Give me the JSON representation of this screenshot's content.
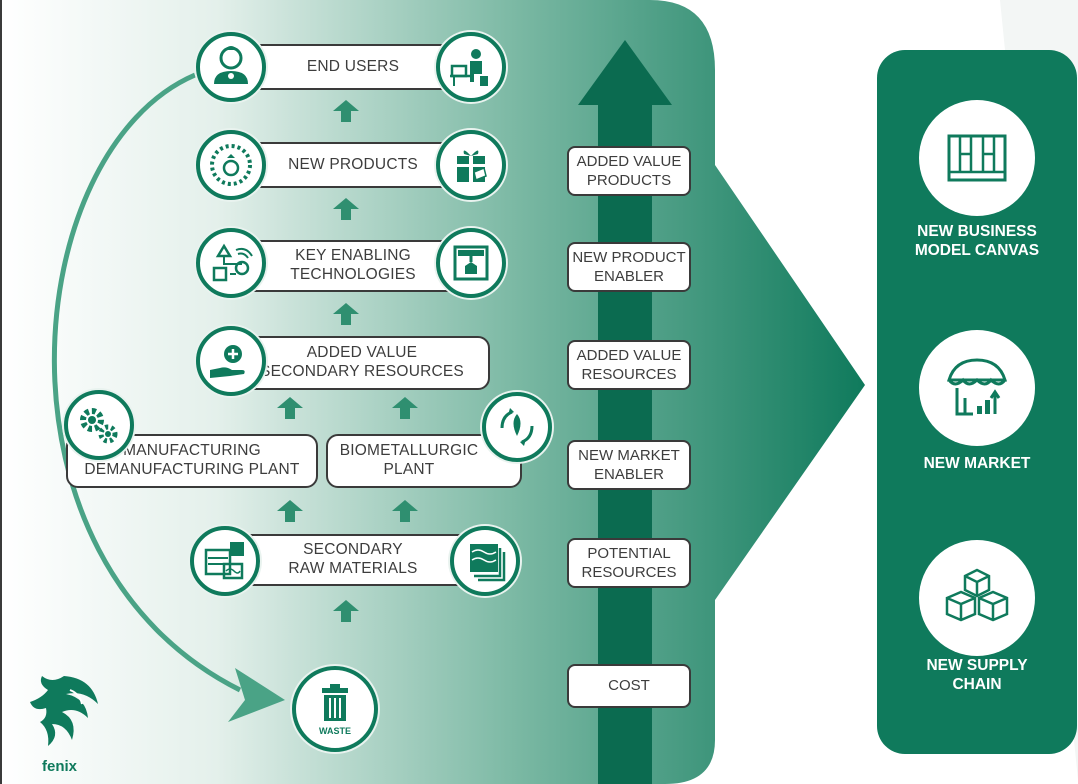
{
  "flow": {
    "end_users": "END USERS",
    "new_products": "NEW PRODUCTS",
    "key_enabling": [
      "KEY ENABLING",
      "TECHNOLOGIES"
    ],
    "added_value_secondary": [
      "ADDED VALUE",
      "SECONDARY RESOURCES"
    ],
    "manufacturing": [
      "MANUFACTURING",
      "DEMANUFACTURING PLANT"
    ],
    "biometallurgic": [
      "BIOMETALLURGIC",
      "PLANT"
    ],
    "secondary_raw": [
      "SECONDARY",
      "RAW MATERIALS"
    ],
    "waste_label": "WASTE"
  },
  "value_scale": [
    [
      "ADDED VALUE",
      "PRODUCTS"
    ],
    [
      "NEW PRODUCT",
      "ENABLER"
    ],
    [
      "ADDED VALUE",
      "RESOURCES"
    ],
    [
      "NEW MARKET",
      "ENABLER"
    ],
    [
      "POTENTIAL",
      "RESOURCES"
    ],
    [
      "COST"
    ]
  ],
  "outcomes": [
    {
      "line1": "NEW BUSINESS",
      "line2": "MODEL CANVAS",
      "icon": "business-canvas-icon"
    },
    {
      "line1": "NEW MARKET",
      "line2": "",
      "icon": "market-store-icon"
    },
    {
      "line1": "NEW SUPPLY",
      "line2": "CHAIN",
      "icon": "supply-boxes-icon"
    }
  ],
  "logo_text": "fenix",
  "colors": {
    "brand": "#0f7a5c",
    "dark": "#0b6b50",
    "light": "#e8f3ef"
  }
}
